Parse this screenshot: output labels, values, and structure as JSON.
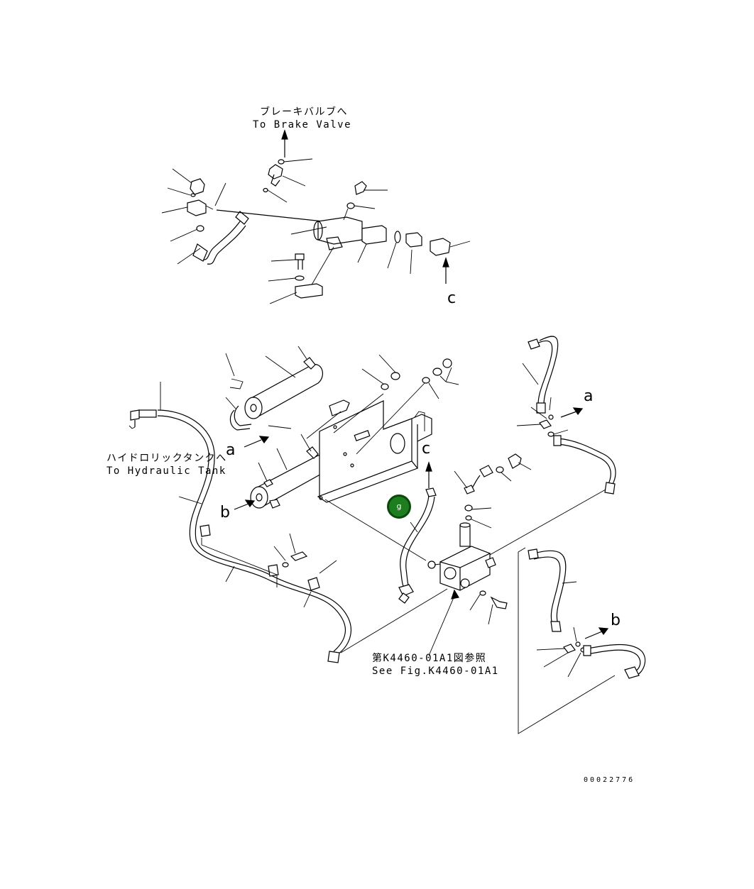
{
  "labels": {
    "brake_valve_jp": "ブレーキバルブへ",
    "brake_valve_en": "To Brake Valve",
    "hyd_tank_jp": "ハイドロリックタンクへ",
    "hyd_tank_en": "To Hydraulic Tank",
    "see_fig_jp": "第K4460-01A1図参照",
    "see_fig_en": "See Fig.K4460-01A1"
  },
  "refs": {
    "c_top": "c",
    "c_mid": "c",
    "a_left": "a",
    "a_right": "a",
    "b_left": "b",
    "b_right": "b"
  },
  "marker": {
    "label": "g",
    "color": "#1e7d1e"
  },
  "doc_id": "00022776"
}
